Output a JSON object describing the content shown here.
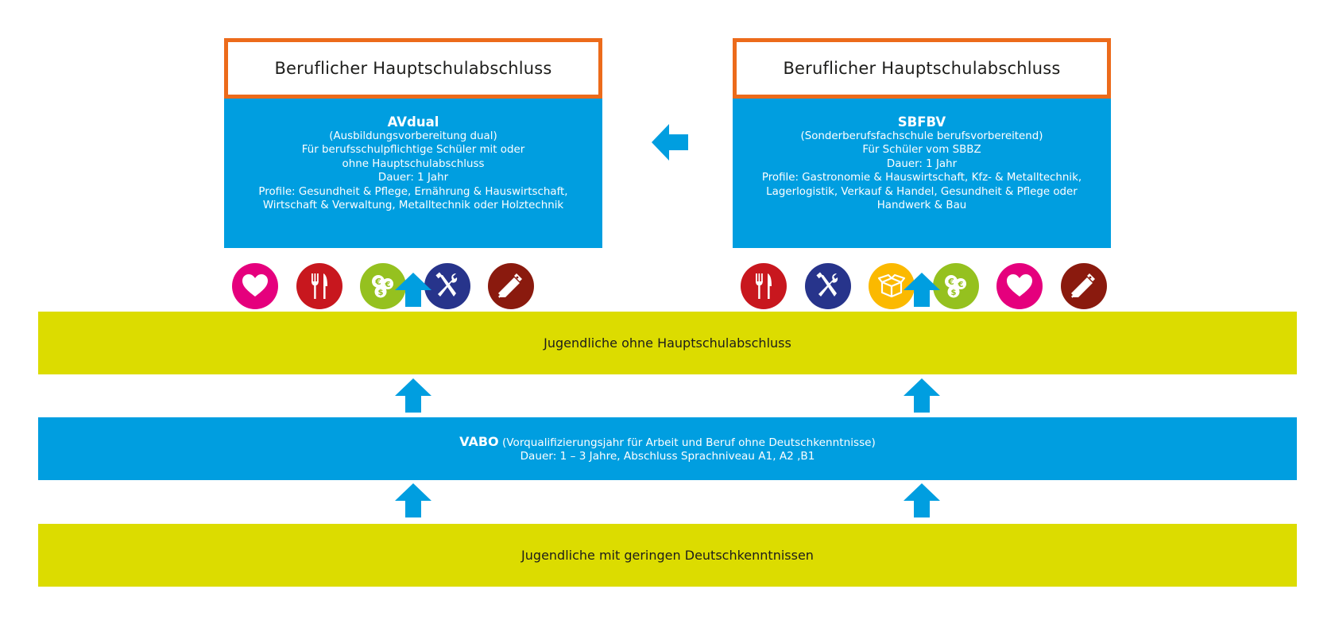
{
  "cards": {
    "left": {
      "header": "Beruflicher Hauptschulabschluss",
      "name": "AVdual",
      "lines": [
        "(Ausbildungsvorbereitung dual)",
        "Für berufsschulpflichtige Schüler mit oder",
        "ohne Hauptschulabschluss",
        "Dauer: 1 Jahr",
        "Profile: Gesundheit & Pflege, Ernährung & Hauswirtschaft,",
        "Wirtschaft & Verwaltung, Metalltechnik oder Holztechnik"
      ],
      "icons": [
        {
          "name": "heart-icon",
          "color": "#e5007d"
        },
        {
          "name": "fork-knife-icon",
          "color": "#c8171e"
        },
        {
          "name": "coins-icon",
          "color": "#95c11f"
        },
        {
          "name": "tools-icon",
          "color": "#27348b"
        },
        {
          "name": "saw-icon",
          "color": "#8a1a0e"
        }
      ]
    },
    "right": {
      "header": "Beruflicher Hauptschulabschluss",
      "name": "SBFBV",
      "lines": [
        "(Sonderberufsfachschule berufsvorbereitend)",
        "Für Schüler vom SBBZ",
        "Dauer: 1 Jahr",
        "Profile: Gastronomie & Hauswirtschaft, Kfz- & Metalltechnik,",
        "Lagerlogistik, Verkauf & Handel, Gesundheit & Pflege oder",
        "Handwerk & Bau"
      ],
      "icons": [
        {
          "name": "fork-knife-icon",
          "color": "#c8171e"
        },
        {
          "name": "tools-icon",
          "color": "#27348b"
        },
        {
          "name": "box-icon",
          "color": "#fbb900"
        },
        {
          "name": "coins-icon",
          "color": "#95c11f"
        },
        {
          "name": "heart-icon",
          "color": "#e5007d"
        },
        {
          "name": "saw-icon",
          "color": "#8a1a0e"
        }
      ]
    }
  },
  "bars": {
    "top": "Jugendliche ohne Hauptschulabschluss",
    "vabo_name": "VABO",
    "vabo_desc": "(Vorqualifizierungsjahr für Arbeit und Beruf ohne Deutschkenntnisse)",
    "vabo_line2": "Dauer: 1 – 3 Jahre, Abschluss Sprachniveau A1, A2 ,B1",
    "bottom": "Jugendliche mit geringen Deutschkenntnissen"
  },
  "colors": {
    "blue": "#009ee0",
    "yellow": "#dcdc00",
    "orange": "#ec6b1b"
  }
}
